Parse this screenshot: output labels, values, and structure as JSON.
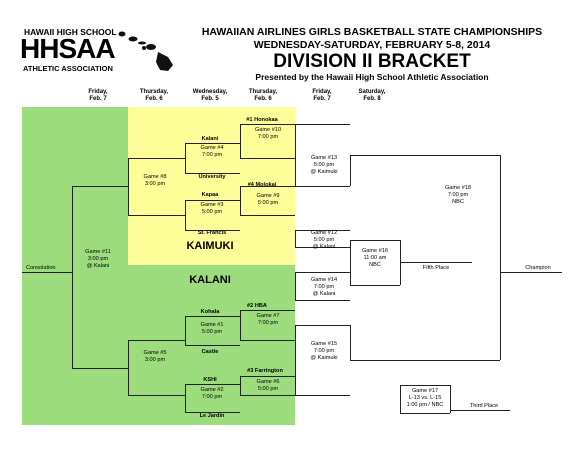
{
  "header": {
    "line1": "HAWAIIAN AIRLINES GIRLS BASKETBALL STATE CHAMPIONSHIPS",
    "line2": "WEDNESDAY-SATURDAY, FEBRUARY 5-8, 2014",
    "title": "DIVISION II BRACKET",
    "presented": "Presented by the Hawaii High School Athletic Association"
  },
  "logo": {
    "top": "HAWAII HIGH SCHOOL",
    "big": "HHSAA",
    "bottom": "ATHLETIC ASSOCIATION"
  },
  "days": [
    {
      "d": "Friday,",
      "dt": "Feb. 7"
    },
    {
      "d": "Thursday,",
      "dt": "Feb. 6"
    },
    {
      "d": "Wednesday,",
      "dt": "Feb. 5"
    },
    {
      "d": "Thursday,",
      "dt": "Feb. 6"
    },
    {
      "d": "Friday,",
      "dt": "Feb. 7"
    },
    {
      "d": "Saturday,",
      "dt": "Feb. 8"
    }
  ],
  "teams": {
    "honokaa": "#1 Honokaa",
    "kalani": "Kalani",
    "university": "University",
    "kapaa": "Kapaa",
    "molokai": "#4 Molokai",
    "stfrancis": "St. Francis",
    "hba": "#2 HBA",
    "kohala": "Kohala",
    "castle": "Castle",
    "kshi": "KSHI",
    "farrington": "#3 Farrington",
    "lejardin": "Le Jardin"
  },
  "venues": {
    "kaimuki": "KAIMUKI",
    "kalani": "KALANI"
  },
  "games": {
    "g4": [
      "Game #4",
      "7:00 pm"
    ],
    "g3": [
      "Game #3",
      "5:00 pm"
    ],
    "g10": [
      "Game #10",
      "7:00 pm"
    ],
    "g9": [
      "Game #9",
      "5:00 pm"
    ],
    "g8": [
      "Game #8",
      "3:00 pm"
    ],
    "g1": [
      "Game #1",
      "5:00 pm"
    ],
    "g2": [
      "Game #2",
      "7:00 pm"
    ],
    "g7": [
      "Game #7",
      "7:00 pm"
    ],
    "g6": [
      "Game #6",
      "5:00 pm"
    ],
    "g5": [
      "Game #5",
      "3:00 pm"
    ],
    "g11": [
      "Game #11",
      "3:00 pm",
      "@ Kalani"
    ],
    "g13": [
      "Game #13",
      "5:00 pm",
      "@ Kaimuki"
    ],
    "g12": [
      "Game #12",
      "5:00 pm",
      "@ Kalani"
    ],
    "g14": [
      "Game #14",
      "7:00 pm",
      "@ Kalani"
    ],
    "g15": [
      "Game #15",
      "7:00 pm",
      "@ Kaimuki"
    ],
    "g16": [
      "Game #16",
      "11:00 am",
      "NBC"
    ],
    "g18": [
      "Game #18",
      "7:00 pm",
      "NBC"
    ],
    "g17": [
      "Game #17",
      "L-13 vs. L-15",
      "1:00 pm / NBC"
    ]
  },
  "labels": {
    "consolation": "Consolation",
    "fifth": "Fifth Place",
    "champion": "Champion",
    "third": "Third Place"
  },
  "colors": {
    "green": "#9ddc7c",
    "yellow": "#ffff99"
  }
}
